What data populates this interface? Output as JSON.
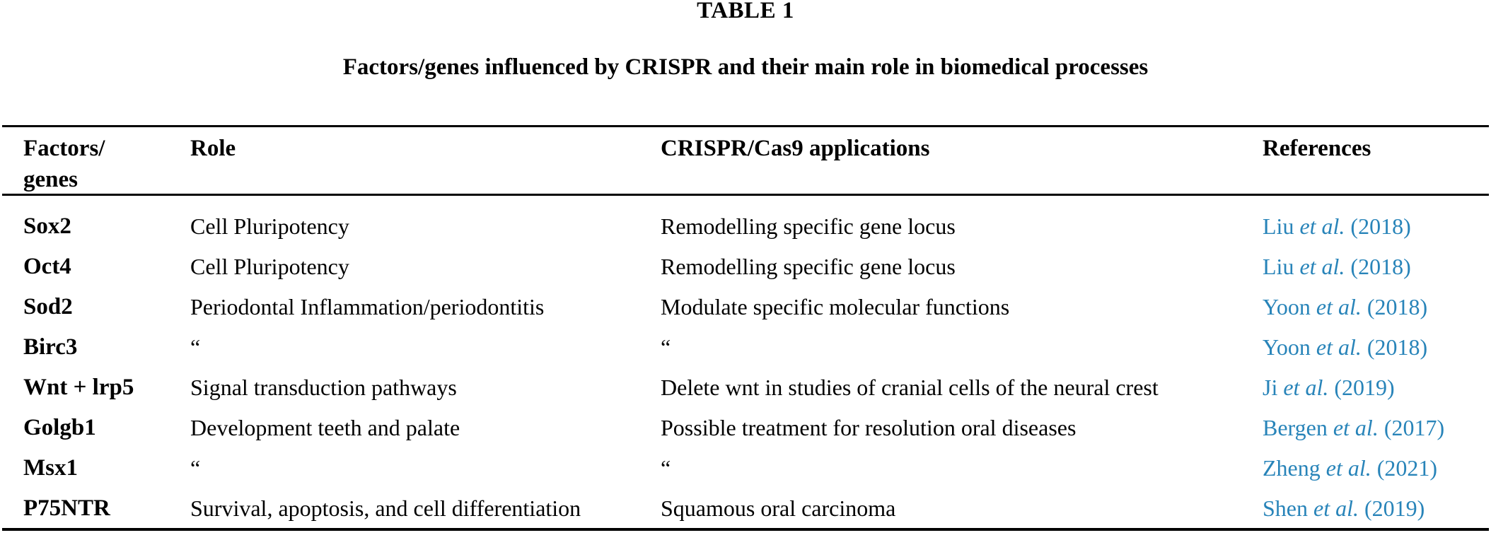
{
  "page": {
    "table_label": "TABLE 1",
    "caption": "Factors/genes influenced by CRISPR and their main role in biomedical processes"
  },
  "header": {
    "col1_line1": "Factors/",
    "col1_line2": "genes",
    "col2": "Role",
    "col3": "CRISPR/Cas9 applications",
    "col4": "References"
  },
  "colors": {
    "text": "#000000",
    "rule": "#000000",
    "link": "#2884b9"
  },
  "rows": [
    {
      "gene": "Sox2",
      "role": "Cell Pluripotency",
      "application": "Remodelling specific gene locus",
      "ref": {
        "pre": "Liu ",
        "etal": "et al.",
        "post": " (2018)"
      }
    },
    {
      "gene": "Oct4",
      "role": "Cell Pluripotency",
      "application": "Remodelling specific gene locus",
      "ref": {
        "pre": "Liu ",
        "etal": "et al.",
        "post": " (2018)"
      }
    },
    {
      "gene": "Sod2",
      "role": "Periodontal Inflammation/periodontitis",
      "application": "Modulate specific molecular functions",
      "ref": {
        "pre": "Yoon ",
        "etal": "et al.",
        "post": " (2018)"
      }
    },
    {
      "gene": "Birc3",
      "role": "“",
      "application": "“",
      "ref": {
        "pre": "Yoon ",
        "etal": "et al.",
        "post": " (2018)"
      }
    },
    {
      "gene": "Wnt + lrp5",
      "role": "Signal transduction pathways",
      "application": "Delete wnt in studies of cranial cells of the neural crest",
      "ref": {
        "pre": "Ji ",
        "etal": "et al.",
        "post": " (2019)"
      }
    },
    {
      "gene": "Golgb1",
      "role": "Development teeth and palate",
      "application": "Possible treatment for resolution oral diseases",
      "ref": {
        "pre": "Bergen ",
        "etal": "et al.",
        "post": " (2017)"
      }
    },
    {
      "gene": "Msx1",
      "role": "“",
      "application": "“",
      "ref": {
        "pre": "Zheng ",
        "etal": "et al.",
        "post": " (2021)"
      }
    },
    {
      "gene": "P75NTR",
      "role": "Survival, apoptosis, and cell differentiation",
      "application": "Squamous oral carcinoma",
      "ref": {
        "pre": "Shen ",
        "etal": "et al.",
        "post": " (2019)"
      }
    }
  ]
}
